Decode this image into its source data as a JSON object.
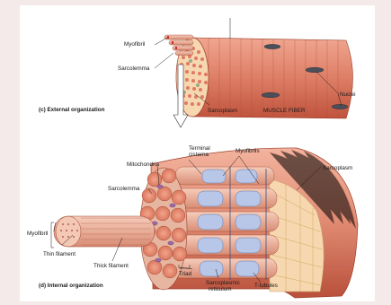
{
  "external": {
    "caption": "(c) External organization",
    "labels": {
      "myofibril": "Myofibril",
      "sarcolemma": "Sarcolemma",
      "sarcoplasm": "Sarcoplasm",
      "muscle_fiber": "MUSCLE FIBER",
      "nuclei": "Nuclei"
    }
  },
  "internal": {
    "caption": "(d) Internal organization",
    "labels": {
      "terminal_cisterna_1": "Terminal",
      "terminal_cisterna_2": "cisterna",
      "mitochondria": "Mitochondria",
      "myofibrils": "Myofibrils",
      "sarcoplasm": "Sarcoplasm",
      "sarcolemma": "Sarcolemma",
      "myofibril": "Myofibril",
      "thin_filament": "Thin filament",
      "thick_filament": "Thick filament",
      "triad": "Triad",
      "sarcoplasmic_reticulum_1": "Sarcoplasmic",
      "sarcoplasmic_reticulum_2": "reticulum",
      "t_tubules": "T-tubules"
    }
  },
  "colors": {
    "muscle": "#e0826a",
    "muscle_dark": "#c0533d",
    "sarcoplasm": "#f6d7b0",
    "reticulum": "#b8c6e8",
    "mitochondria": "#9b6aa8",
    "nuclei": "#4b4f5a"
  }
}
